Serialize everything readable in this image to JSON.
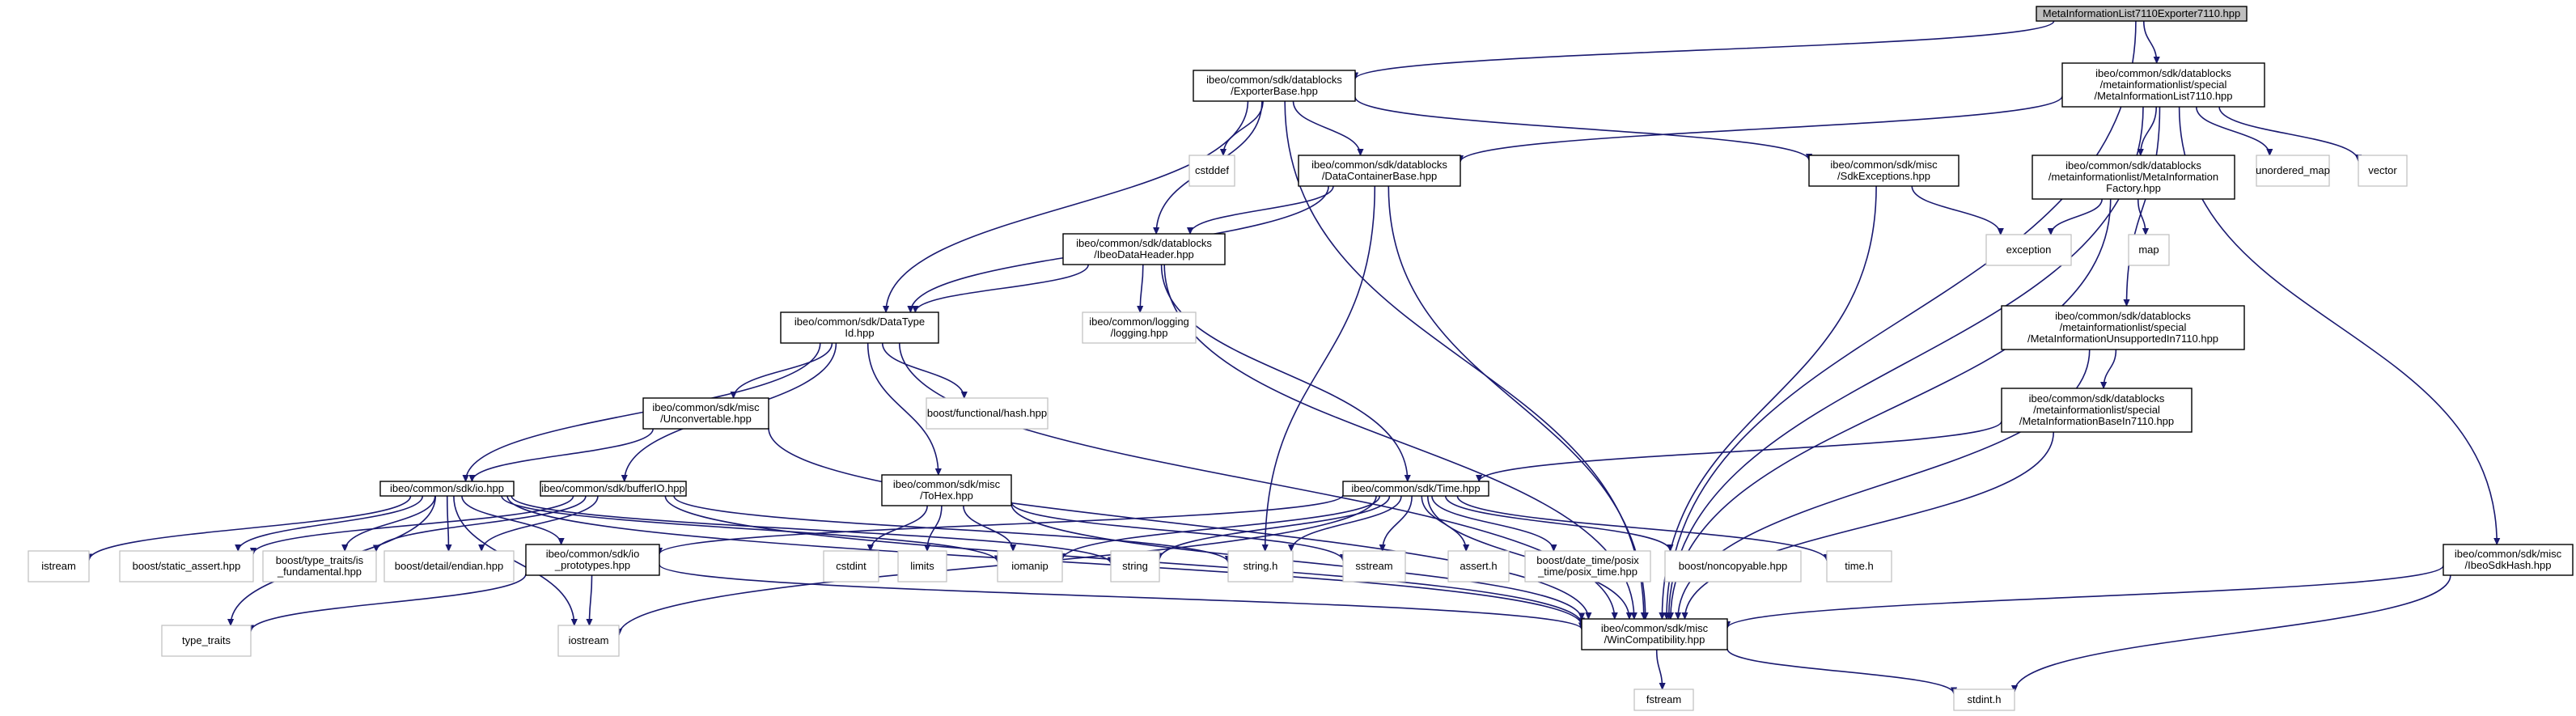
{
  "nodes": [
    {
      "id": "root",
      "kind": "root",
      "lines": [
        "MetaInformationList7110Exporter7110.hpp"
      ]
    },
    {
      "id": "exporterbase",
      "kind": "main",
      "lines": [
        "ibeo/common/sdk/datablocks",
        "/ExporterBase.hpp"
      ]
    },
    {
      "id": "metalist7110",
      "kind": "main",
      "lines": [
        "ibeo/common/sdk/datablocks",
        "/metainformationlist/special",
        "/MetaInformationList7110.hpp"
      ]
    },
    {
      "id": "cstddef",
      "kind": "sys",
      "lines": [
        "cstddef"
      ]
    },
    {
      "id": "datacontainerbase",
      "kind": "main",
      "lines": [
        "ibeo/common/sdk/datablocks",
        "/DataContainerBase.hpp"
      ]
    },
    {
      "id": "sdkexceptions",
      "kind": "main",
      "lines": [
        "ibeo/common/sdk/misc",
        "/SdkExceptions.hpp"
      ]
    },
    {
      "id": "metafactory",
      "kind": "main",
      "lines": [
        "ibeo/common/sdk/datablocks",
        "/metainformationlist/MetaInformation",
        "Factory.hpp"
      ]
    },
    {
      "id": "unordered_map",
      "kind": "sys",
      "lines": [
        "unordered_map"
      ]
    },
    {
      "id": "vector",
      "kind": "sys",
      "lines": [
        "vector"
      ]
    },
    {
      "id": "exception",
      "kind": "sys",
      "lines": [
        "exception"
      ]
    },
    {
      "id": "map",
      "kind": "sys",
      "lines": [
        "map"
      ]
    },
    {
      "id": "ibeodataheader",
      "kind": "main",
      "lines": [
        "ibeo/common/sdk/datablocks",
        "/IbeoDataHeader.hpp"
      ]
    },
    {
      "id": "logging",
      "kind": "sys",
      "lines": [
        "ibeo/common/logging",
        "/logging.hpp"
      ]
    },
    {
      "id": "datatypeid",
      "kind": "main",
      "lines": [
        "ibeo/common/sdk/DataType",
        "Id.hpp"
      ]
    },
    {
      "id": "unsupported7110",
      "kind": "main",
      "lines": [
        "ibeo/common/sdk/datablocks",
        "/metainformationlist/special",
        "/MetaInformationUnsupportedIn7110.hpp"
      ]
    },
    {
      "id": "boosthash",
      "kind": "sys",
      "lines": [
        "boost/functional/hash.hpp"
      ]
    },
    {
      "id": "unconvertable",
      "kind": "main",
      "lines": [
        "ibeo/common/sdk/misc",
        "/Unconvertable.hpp"
      ]
    },
    {
      "id": "basein7110",
      "kind": "main",
      "lines": [
        "ibeo/common/sdk/datablocks",
        "/metainformationlist/special",
        "/MetaInformationBaseIn7110.hpp"
      ]
    },
    {
      "id": "time",
      "kind": "main",
      "lines": [
        "ibeo/common/sdk/Time.hpp"
      ]
    },
    {
      "id": "io",
      "kind": "main",
      "lines": [
        "ibeo/common/sdk/io.hpp"
      ]
    },
    {
      "id": "bufferio",
      "kind": "main",
      "lines": [
        "ibeo/common/sdk/bufferIO.hpp"
      ]
    },
    {
      "id": "tohex",
      "kind": "main",
      "lines": [
        "ibeo/common/sdk/misc",
        "/ToHex.hpp"
      ]
    },
    {
      "id": "istream",
      "kind": "sys",
      "lines": [
        "istream"
      ]
    },
    {
      "id": "static_assert",
      "kind": "sys",
      "lines": [
        "boost/static_assert.hpp"
      ]
    },
    {
      "id": "is_fundamental",
      "kind": "sys",
      "lines": [
        "boost/type_traits/is",
        "_fundamental.hpp"
      ]
    },
    {
      "id": "endian",
      "kind": "sys",
      "lines": [
        "boost/detail/endian.hpp"
      ]
    },
    {
      "id": "cstdint",
      "kind": "sys",
      "lines": [
        "cstdint"
      ]
    },
    {
      "id": "limits",
      "kind": "sys",
      "lines": [
        "limits"
      ]
    },
    {
      "id": "iomanip",
      "kind": "sys",
      "lines": [
        "iomanip"
      ]
    },
    {
      "id": "string",
      "kind": "sys",
      "lines": [
        "string"
      ]
    },
    {
      "id": "string_h",
      "kind": "sys",
      "lines": [
        "string.h"
      ]
    },
    {
      "id": "sstream",
      "kind": "sys",
      "lines": [
        "sstream"
      ]
    },
    {
      "id": "assert_h",
      "kind": "sys",
      "lines": [
        "assert.h"
      ]
    },
    {
      "id": "posix_time",
      "kind": "sys",
      "lines": [
        "boost/date_time/posix",
        "_time/posix_time.hpp"
      ]
    },
    {
      "id": "noncopyable",
      "kind": "sys",
      "lines": [
        "boost/noncopyable.hpp"
      ]
    },
    {
      "id": "time_h",
      "kind": "sys",
      "lines": [
        "time.h"
      ]
    },
    {
      "id": "sdkhash",
      "kind": "main",
      "lines": [
        "ibeo/common/sdk/misc",
        "/IbeoSdkHash.hpp"
      ]
    },
    {
      "id": "io_prototypes",
      "kind": "main",
      "lines": [
        "ibeo/common/sdk/io",
        "_prototypes.hpp"
      ]
    },
    {
      "id": "type_traits",
      "kind": "sys",
      "lines": [
        "type_traits"
      ]
    },
    {
      "id": "iostream",
      "kind": "sys",
      "lines": [
        "iostream"
      ]
    },
    {
      "id": "wincompat",
      "kind": "main",
      "lines": [
        "ibeo/common/sdk/misc",
        "/WinCompatibility.hpp"
      ]
    },
    {
      "id": "fstream",
      "kind": "sys",
      "lines": [
        "fstream"
      ]
    },
    {
      "id": "stdint_h",
      "kind": "sys",
      "lines": [
        "stdint.h"
      ]
    }
  ],
  "edges": [
    [
      "root",
      "exporterbase"
    ],
    [
      "root",
      "metalist7110"
    ],
    [
      "root",
      "wincompat"
    ],
    [
      "exporterbase",
      "cstddef"
    ],
    [
      "exporterbase",
      "datacontainerbase"
    ],
    [
      "exporterbase",
      "sdkexceptions"
    ],
    [
      "exporterbase",
      "ibeodataheader"
    ],
    [
      "exporterbase",
      "datatypeid"
    ],
    [
      "exporterbase",
      "wincompat"
    ],
    [
      "metalist7110",
      "datacontainerbase"
    ],
    [
      "metalist7110",
      "metafactory"
    ],
    [
      "metalist7110",
      "unordered_map"
    ],
    [
      "metalist7110",
      "vector"
    ],
    [
      "metalist7110",
      "unsupported7110"
    ],
    [
      "metalist7110",
      "sdkhash"
    ],
    [
      "metalist7110",
      "wincompat"
    ],
    [
      "datacontainerbase",
      "ibeodataheader"
    ],
    [
      "datacontainerbase",
      "datatypeid"
    ],
    [
      "datacontainerbase",
      "string_h"
    ],
    [
      "datacontainerbase",
      "wincompat"
    ],
    [
      "sdkexceptions",
      "exception"
    ],
    [
      "sdkexceptions",
      "wincompat"
    ],
    [
      "metafactory",
      "exception"
    ],
    [
      "metafactory",
      "map"
    ],
    [
      "metafactory",
      "wincompat"
    ],
    [
      "ibeodataheader",
      "datatypeid"
    ],
    [
      "ibeodataheader",
      "logging"
    ],
    [
      "ibeodataheader",
      "time"
    ],
    [
      "ibeodataheader",
      "wincompat"
    ],
    [
      "datatypeid",
      "boosthash"
    ],
    [
      "datatypeid",
      "unconvertable"
    ],
    [
      "datatypeid",
      "io"
    ],
    [
      "datatypeid",
      "bufferio"
    ],
    [
      "datatypeid",
      "tohex"
    ],
    [
      "datatypeid",
      "wincompat"
    ],
    [
      "unsupported7110",
      "basein7110"
    ],
    [
      "unsupported7110",
      "wincompat"
    ],
    [
      "basein7110",
      "time"
    ],
    [
      "basein7110",
      "wincompat"
    ],
    [
      "unconvertable",
      "io"
    ],
    [
      "unconvertable",
      "wincompat"
    ],
    [
      "time",
      "io_prototypes"
    ],
    [
      "time",
      "iomanip"
    ],
    [
      "time",
      "string"
    ],
    [
      "time",
      "string_h"
    ],
    [
      "time",
      "sstream"
    ],
    [
      "time",
      "assert_h"
    ],
    [
      "time",
      "posix_time"
    ],
    [
      "time",
      "noncopyable"
    ],
    [
      "time",
      "time_h"
    ],
    [
      "time",
      "iostream"
    ],
    [
      "time",
      "wincompat"
    ],
    [
      "io",
      "type_traits"
    ],
    [
      "io",
      "istream"
    ],
    [
      "io",
      "static_assert"
    ],
    [
      "io",
      "is_fundamental"
    ],
    [
      "io",
      "endian"
    ],
    [
      "io",
      "io_prototypes"
    ],
    [
      "io",
      "iomanip"
    ],
    [
      "io",
      "string"
    ],
    [
      "io",
      "iostream"
    ],
    [
      "io",
      "wincompat"
    ],
    [
      "bufferio",
      "static_assert"
    ],
    [
      "bufferio",
      "is_fundamental"
    ],
    [
      "bufferio",
      "endian"
    ],
    [
      "bufferio",
      "string_h"
    ],
    [
      "bufferio",
      "wincompat"
    ],
    [
      "tohex",
      "cstdint"
    ],
    [
      "tohex",
      "limits"
    ],
    [
      "tohex",
      "iomanip"
    ],
    [
      "tohex",
      "sstream"
    ],
    [
      "tohex",
      "wincompat"
    ],
    [
      "io_prototypes",
      "type_traits"
    ],
    [
      "io_prototypes",
      "iostream"
    ],
    [
      "io_prototypes",
      "wincompat"
    ],
    [
      "sdkhash",
      "stdint_h"
    ],
    [
      "sdkhash",
      "wincompat"
    ],
    [
      "wincompat",
      "fstream"
    ],
    [
      "wincompat",
      "stdint_h"
    ]
  ]
}
